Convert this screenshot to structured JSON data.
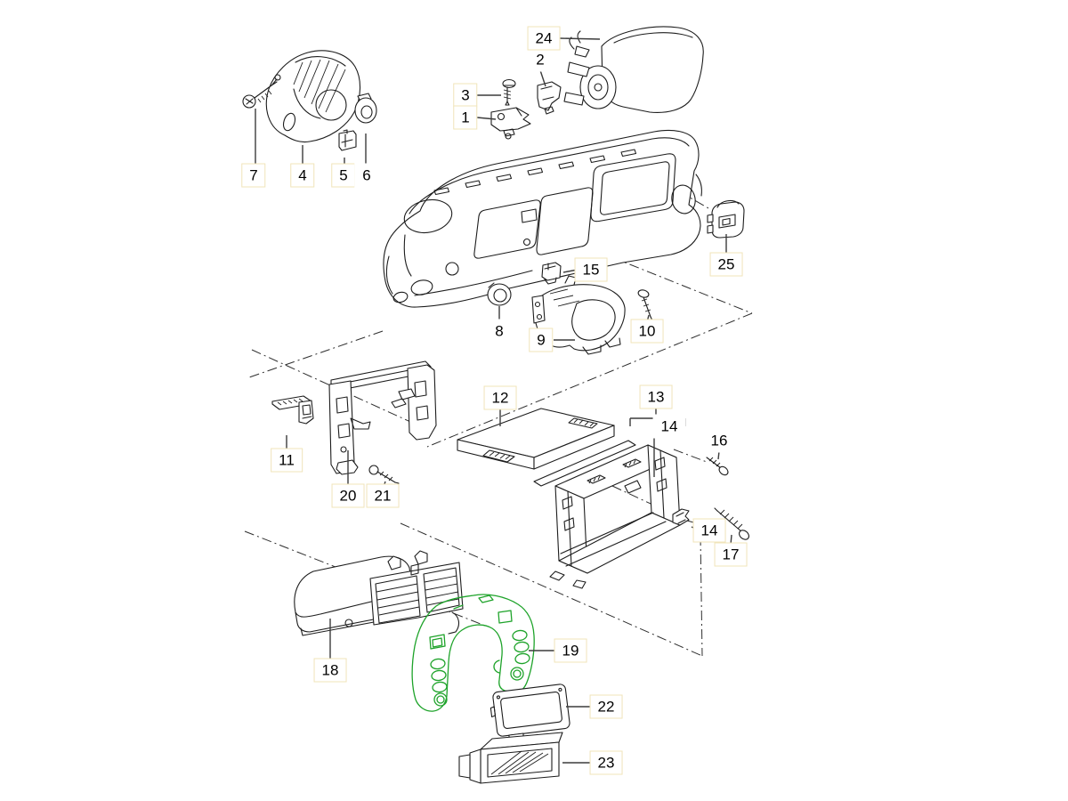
{
  "diagram": {
    "kind": "exploded-parts-diagram",
    "subject": "dashboard / instrument panel assembly",
    "background_color": "#ffffff",
    "line_color": "#1d1d1d",
    "highlight_color": "#1ea32a",
    "label_box_border_color": "#f0e4ba",
    "highlighted_part": "19",
    "parts_shown": [
      "1",
      "2",
      "3",
      "4",
      "5",
      "6",
      "7",
      "8",
      "9",
      "10",
      "11",
      "12",
      "13",
      "14",
      "15",
      "16",
      "17",
      "18",
      "19",
      "20",
      "21",
      "22",
      "23",
      "24",
      "25"
    ],
    "duplicate_labels": [
      "14"
    ]
  },
  "labels": {
    "n1": {
      "text": "1"
    },
    "n2": {
      "text": "2"
    },
    "n3": {
      "text": "3"
    },
    "n4": {
      "text": "4"
    },
    "n5": {
      "text": "5"
    },
    "n6": {
      "text": "6"
    },
    "n7": {
      "text": "7"
    },
    "n8": {
      "text": "8"
    },
    "n9": {
      "text": "9"
    },
    "n10": {
      "text": "10"
    },
    "n11": {
      "text": "11"
    },
    "n12": {
      "text": "12"
    },
    "n13": {
      "text": "13"
    },
    "n14a": {
      "text": "14"
    },
    "n14b": {
      "text": "14"
    },
    "n15": {
      "text": "15"
    },
    "n16": {
      "text": "16"
    },
    "n17": {
      "text": "17"
    },
    "n18": {
      "text": "18"
    },
    "n19": {
      "text": "19"
    },
    "n20": {
      "text": "20"
    },
    "n21": {
      "text": "21"
    },
    "n22": {
      "text": "22"
    },
    "n23": {
      "text": "23"
    },
    "n24": {
      "text": "24"
    },
    "n25": {
      "text": "25"
    }
  }
}
